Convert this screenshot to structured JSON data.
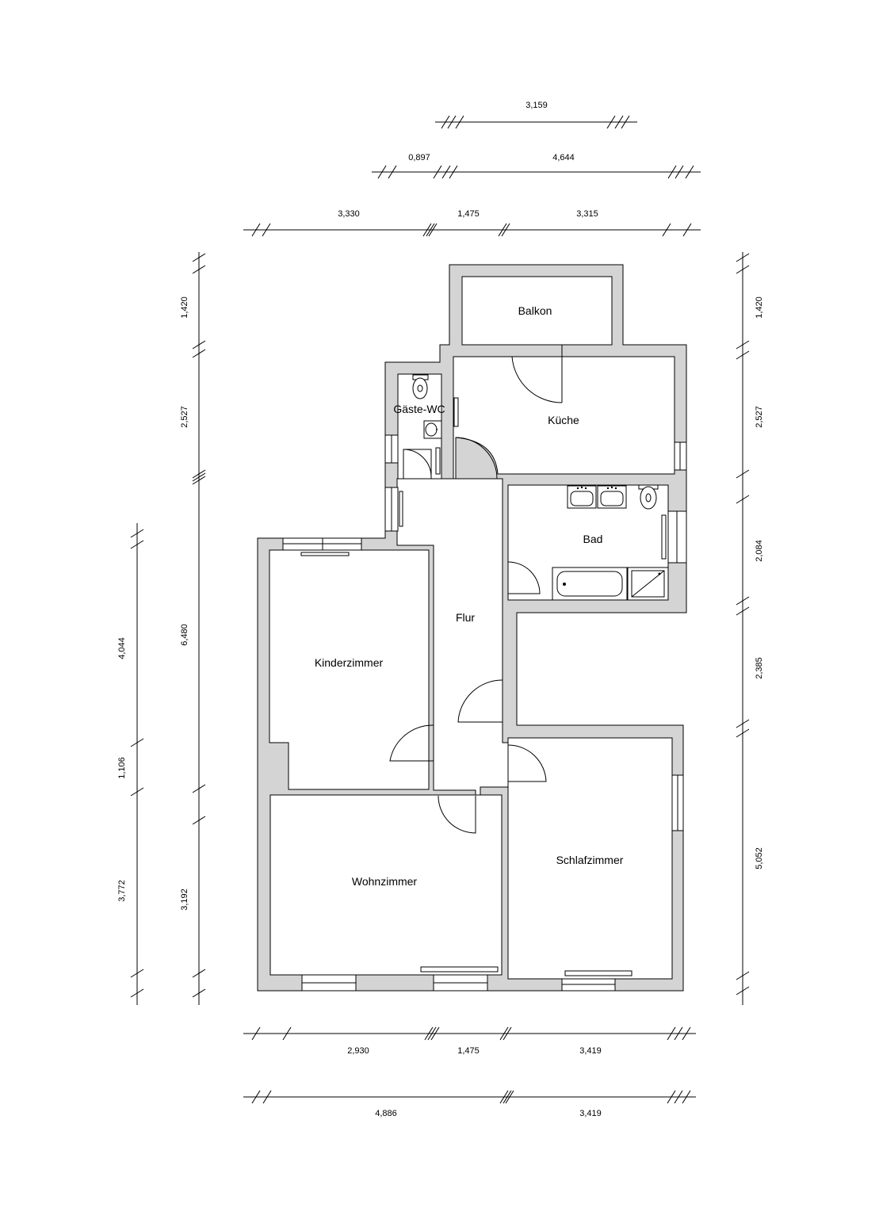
{
  "rooms": {
    "balkon": "Balkon",
    "kueche": "Küche",
    "gaeste_wc": "Gäste-WC",
    "bad": "Bad",
    "flur": "Flur",
    "kinderzimmer": "Kinderzimmer",
    "wohnzimmer": "Wohnzimmer",
    "schlafzimmer": "Schlafzimmer"
  },
  "dimensions": {
    "top_row1": [
      "3,159"
    ],
    "top_row2": [
      "0,897",
      "4,644"
    ],
    "top_row3": [
      "3,330",
      "1,475",
      "3,315"
    ],
    "bottom_row1": [
      "2,930",
      "1,475",
      "3,419"
    ],
    "bottom_row2": [
      "4,886",
      "3,419"
    ],
    "left_outer": [
      "4,044",
      "1,106",
      "3,772"
    ],
    "left_inner": [
      "1,420",
      "2,527",
      "6,480",
      "3,192"
    ],
    "right": [
      "1,420",
      "2,527",
      "2,084",
      "2,385",
      "5,052"
    ]
  },
  "colors": {
    "wall": "#d4d4d4",
    "line": "#000000"
  }
}
